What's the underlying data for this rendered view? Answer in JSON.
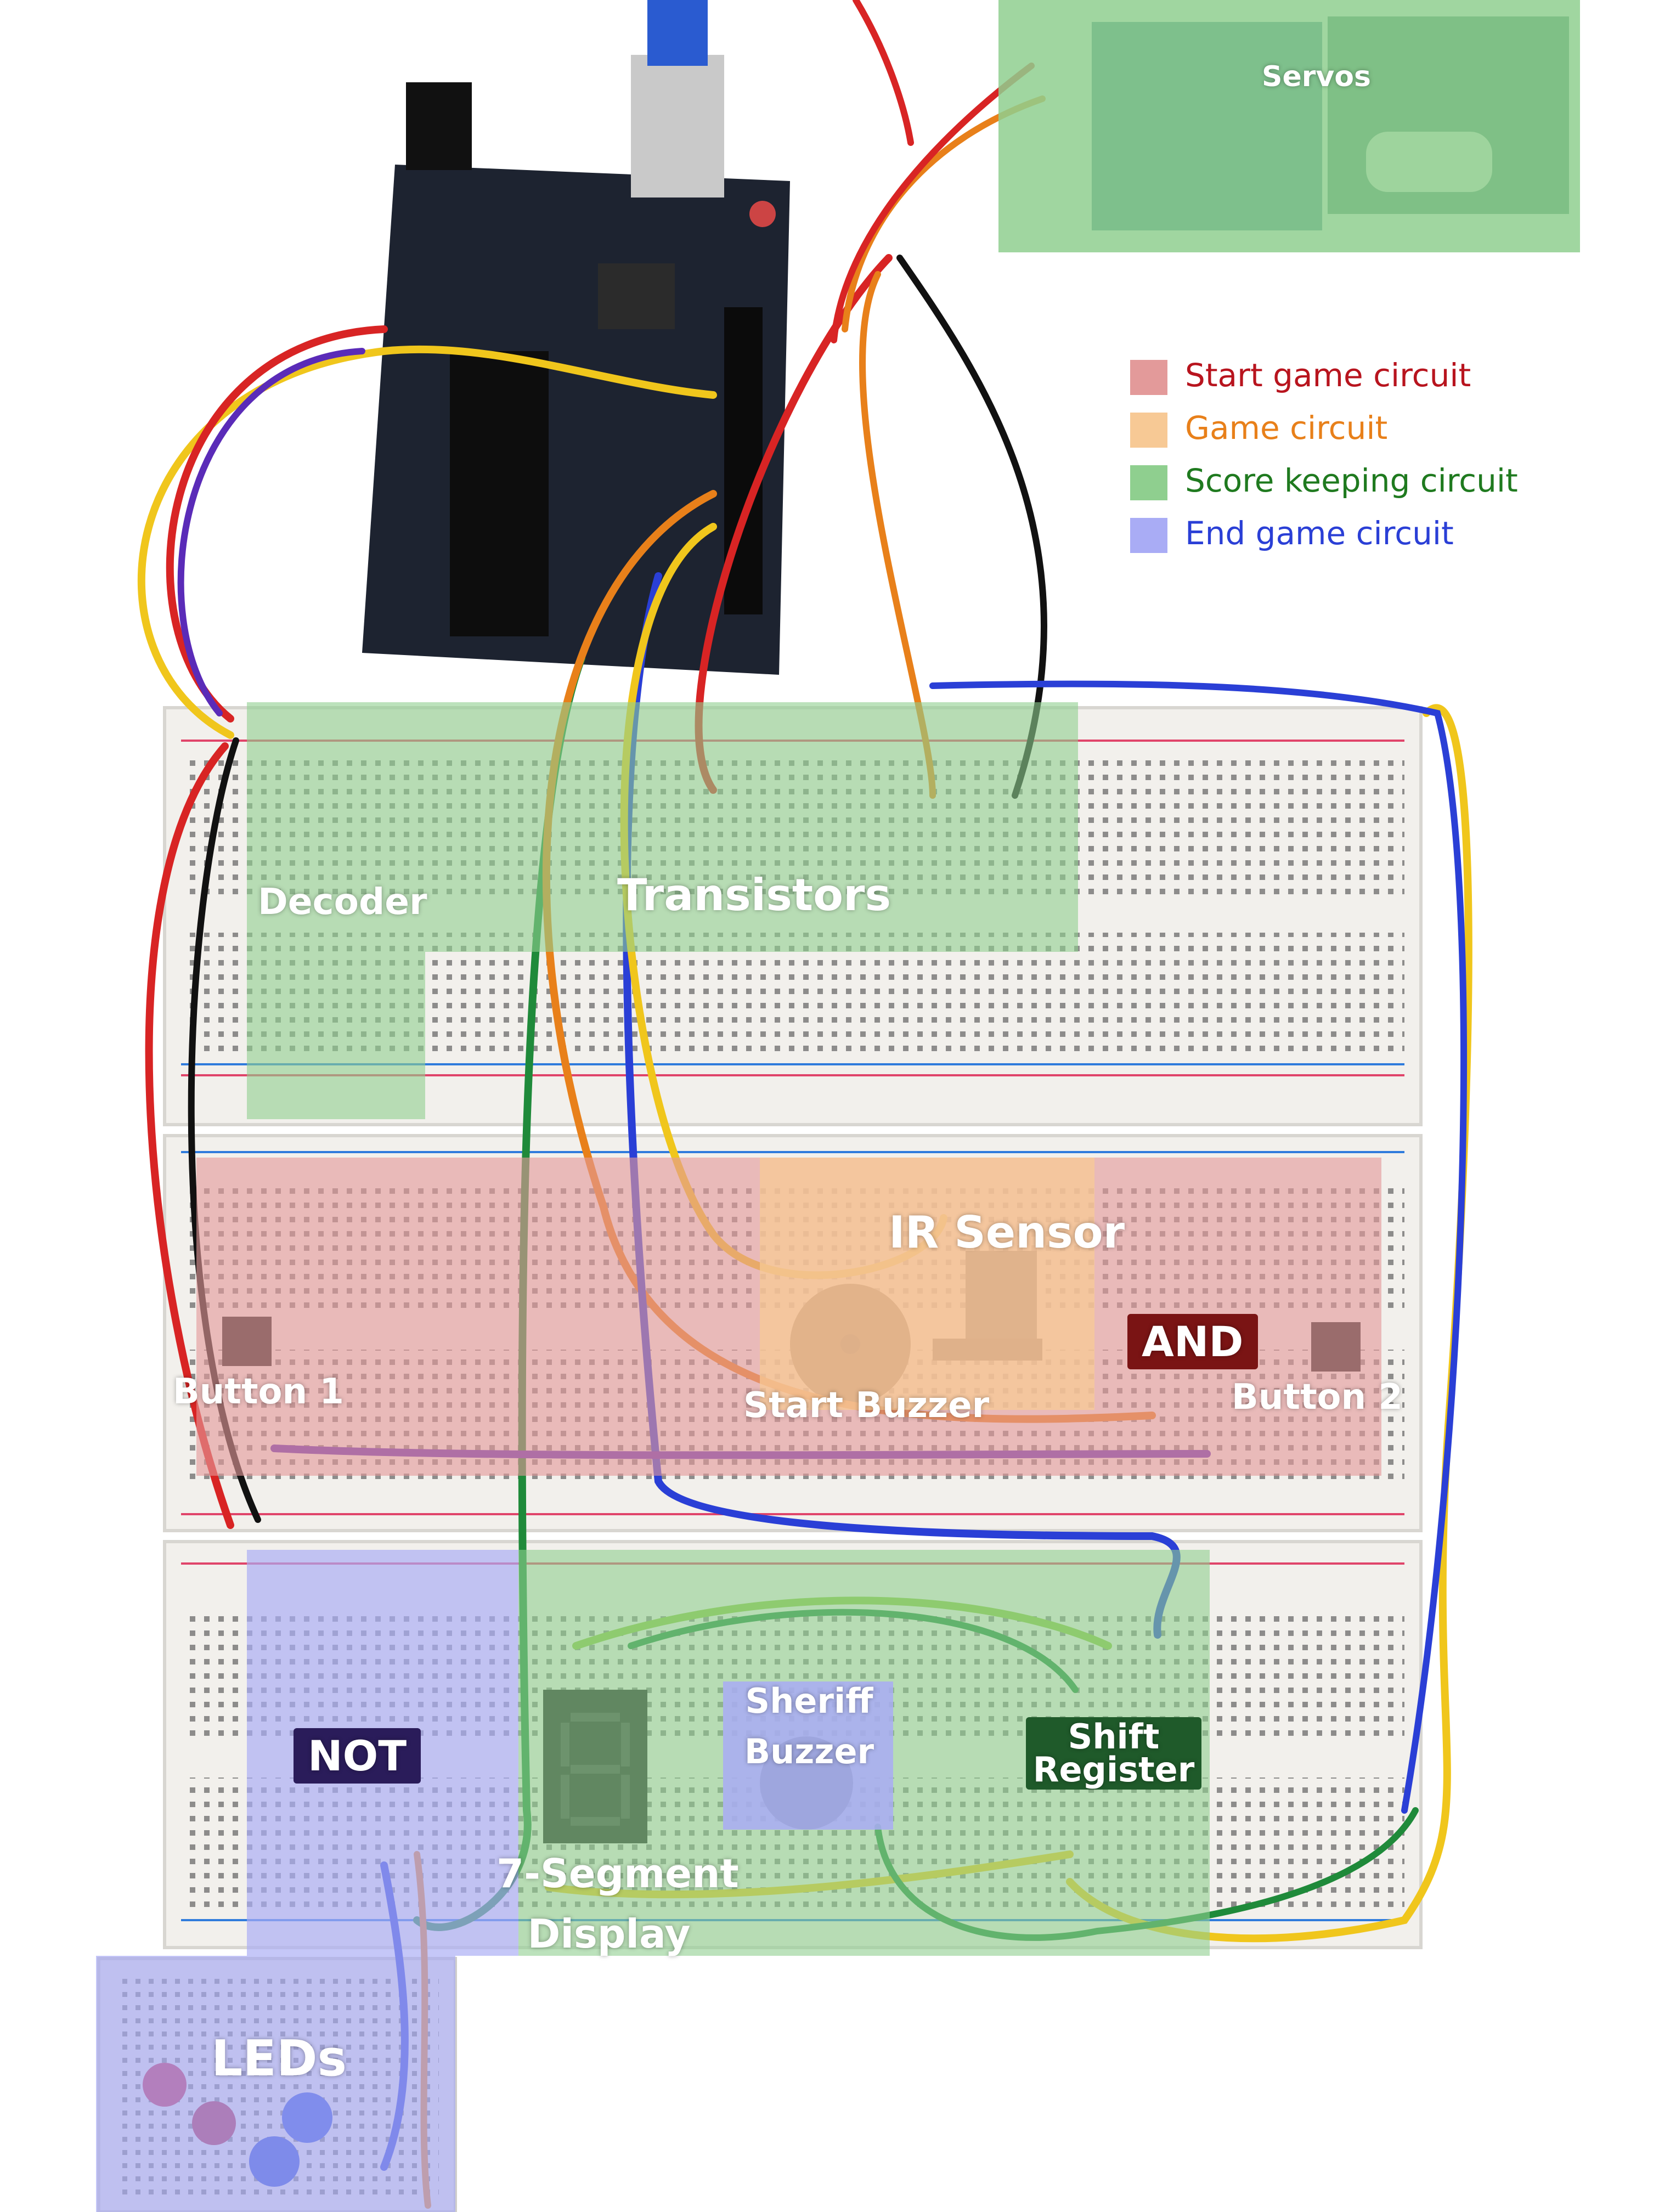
{
  "colors": {
    "start": "#e39a9a",
    "game": "#f7c995",
    "score": "#8fcf8f",
    "end": "#a9acf5",
    "start_text": "#b8141e",
    "game_text": "#e8801a",
    "score_text": "#1f7a1f",
    "end_text": "#2a3fd6",
    "dark_label": "#2a1c5a",
    "maroon_label": "#7a1414",
    "green_label": "#1f5a2a"
  },
  "legend": {
    "items": [
      {
        "key": "start",
        "label": "Start game circuit"
      },
      {
        "key": "game",
        "label": "Game circuit"
      },
      {
        "key": "score",
        "label": "Score keeping circuit"
      },
      {
        "key": "end",
        "label": "End game circuit"
      }
    ]
  },
  "labels": {
    "servos": "Servos",
    "decoder": "Decoder",
    "transistors": "Transistors",
    "ir_sensor": "IR Sensor",
    "and_gate": "AND",
    "button1": "Button 1",
    "button2": "Button 2",
    "start_buzzer": "Start Buzzer",
    "not_gate": "NOT",
    "sheriff_line1": "Sheriff",
    "sheriff_line2": "Buzzer",
    "shift_line1": "Shift",
    "shift_line2": "Register",
    "seg_line1": "7-Segment",
    "seg_line2": "Display",
    "leds": "LEDs"
  }
}
